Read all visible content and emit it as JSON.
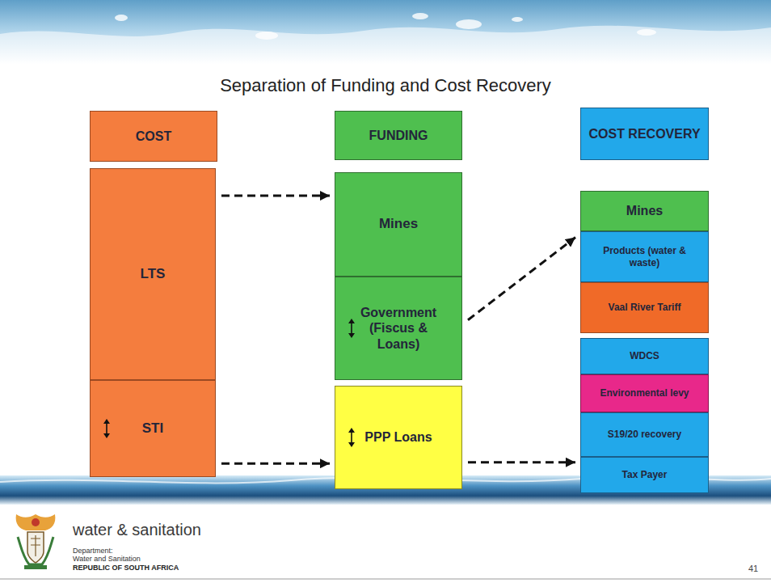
{
  "diagram": {
    "title": "Separation of Funding and Cost Recovery",
    "nodes": [
      {
        "text": [
          "COST"
        ]
      },
      {
        "text": [
          "LTS"
        ]
      },
      {
        "text": [
          "STI"
        ]
      },
      {
        "text": [
          "FUNDING"
        ]
      },
      {
        "text": [
          "Mines"
        ]
      },
      {
        "text": [
          "Government (Fiscus & Loans)"
        ]
      },
      {
        "text": [
          "PPP Loans"
        ]
      },
      {
        "text": [
          "COST RECOVERY"
        ]
      },
      {
        "text": [
          "Mines"
        ]
      },
      {
        "text": [
          "Products (water & waste)"
        ]
      },
      {
        "text": [
          "Vaal River Tariff"
        ]
      },
      {
        "text": [
          "WDCS"
        ]
      },
      {
        "text": [
          "Environmental levy"
        ]
      },
      {
        "text": [
          "S19/20 recovery"
        ]
      },
      {
        "text": [
          "Tax Payer"
        ]
      }
    ],
    "edges": [
      {
        "from": 1,
        "to": 4,
        "arrow": "to"
      },
      {
        "from": 5,
        "to": 9,
        "arrow": "to"
      },
      {
        "from": 2,
        "to": 6,
        "arrow": "to"
      },
      {
        "from": 6,
        "to": 14,
        "arrow": "to"
      }
    ],
    "labels": [
      "water & sanitation",
      "Department:",
      "Water and Sanitation",
      "REPUBLIC OF SOUTH AFRICA",
      "41"
    ]
  }
}
